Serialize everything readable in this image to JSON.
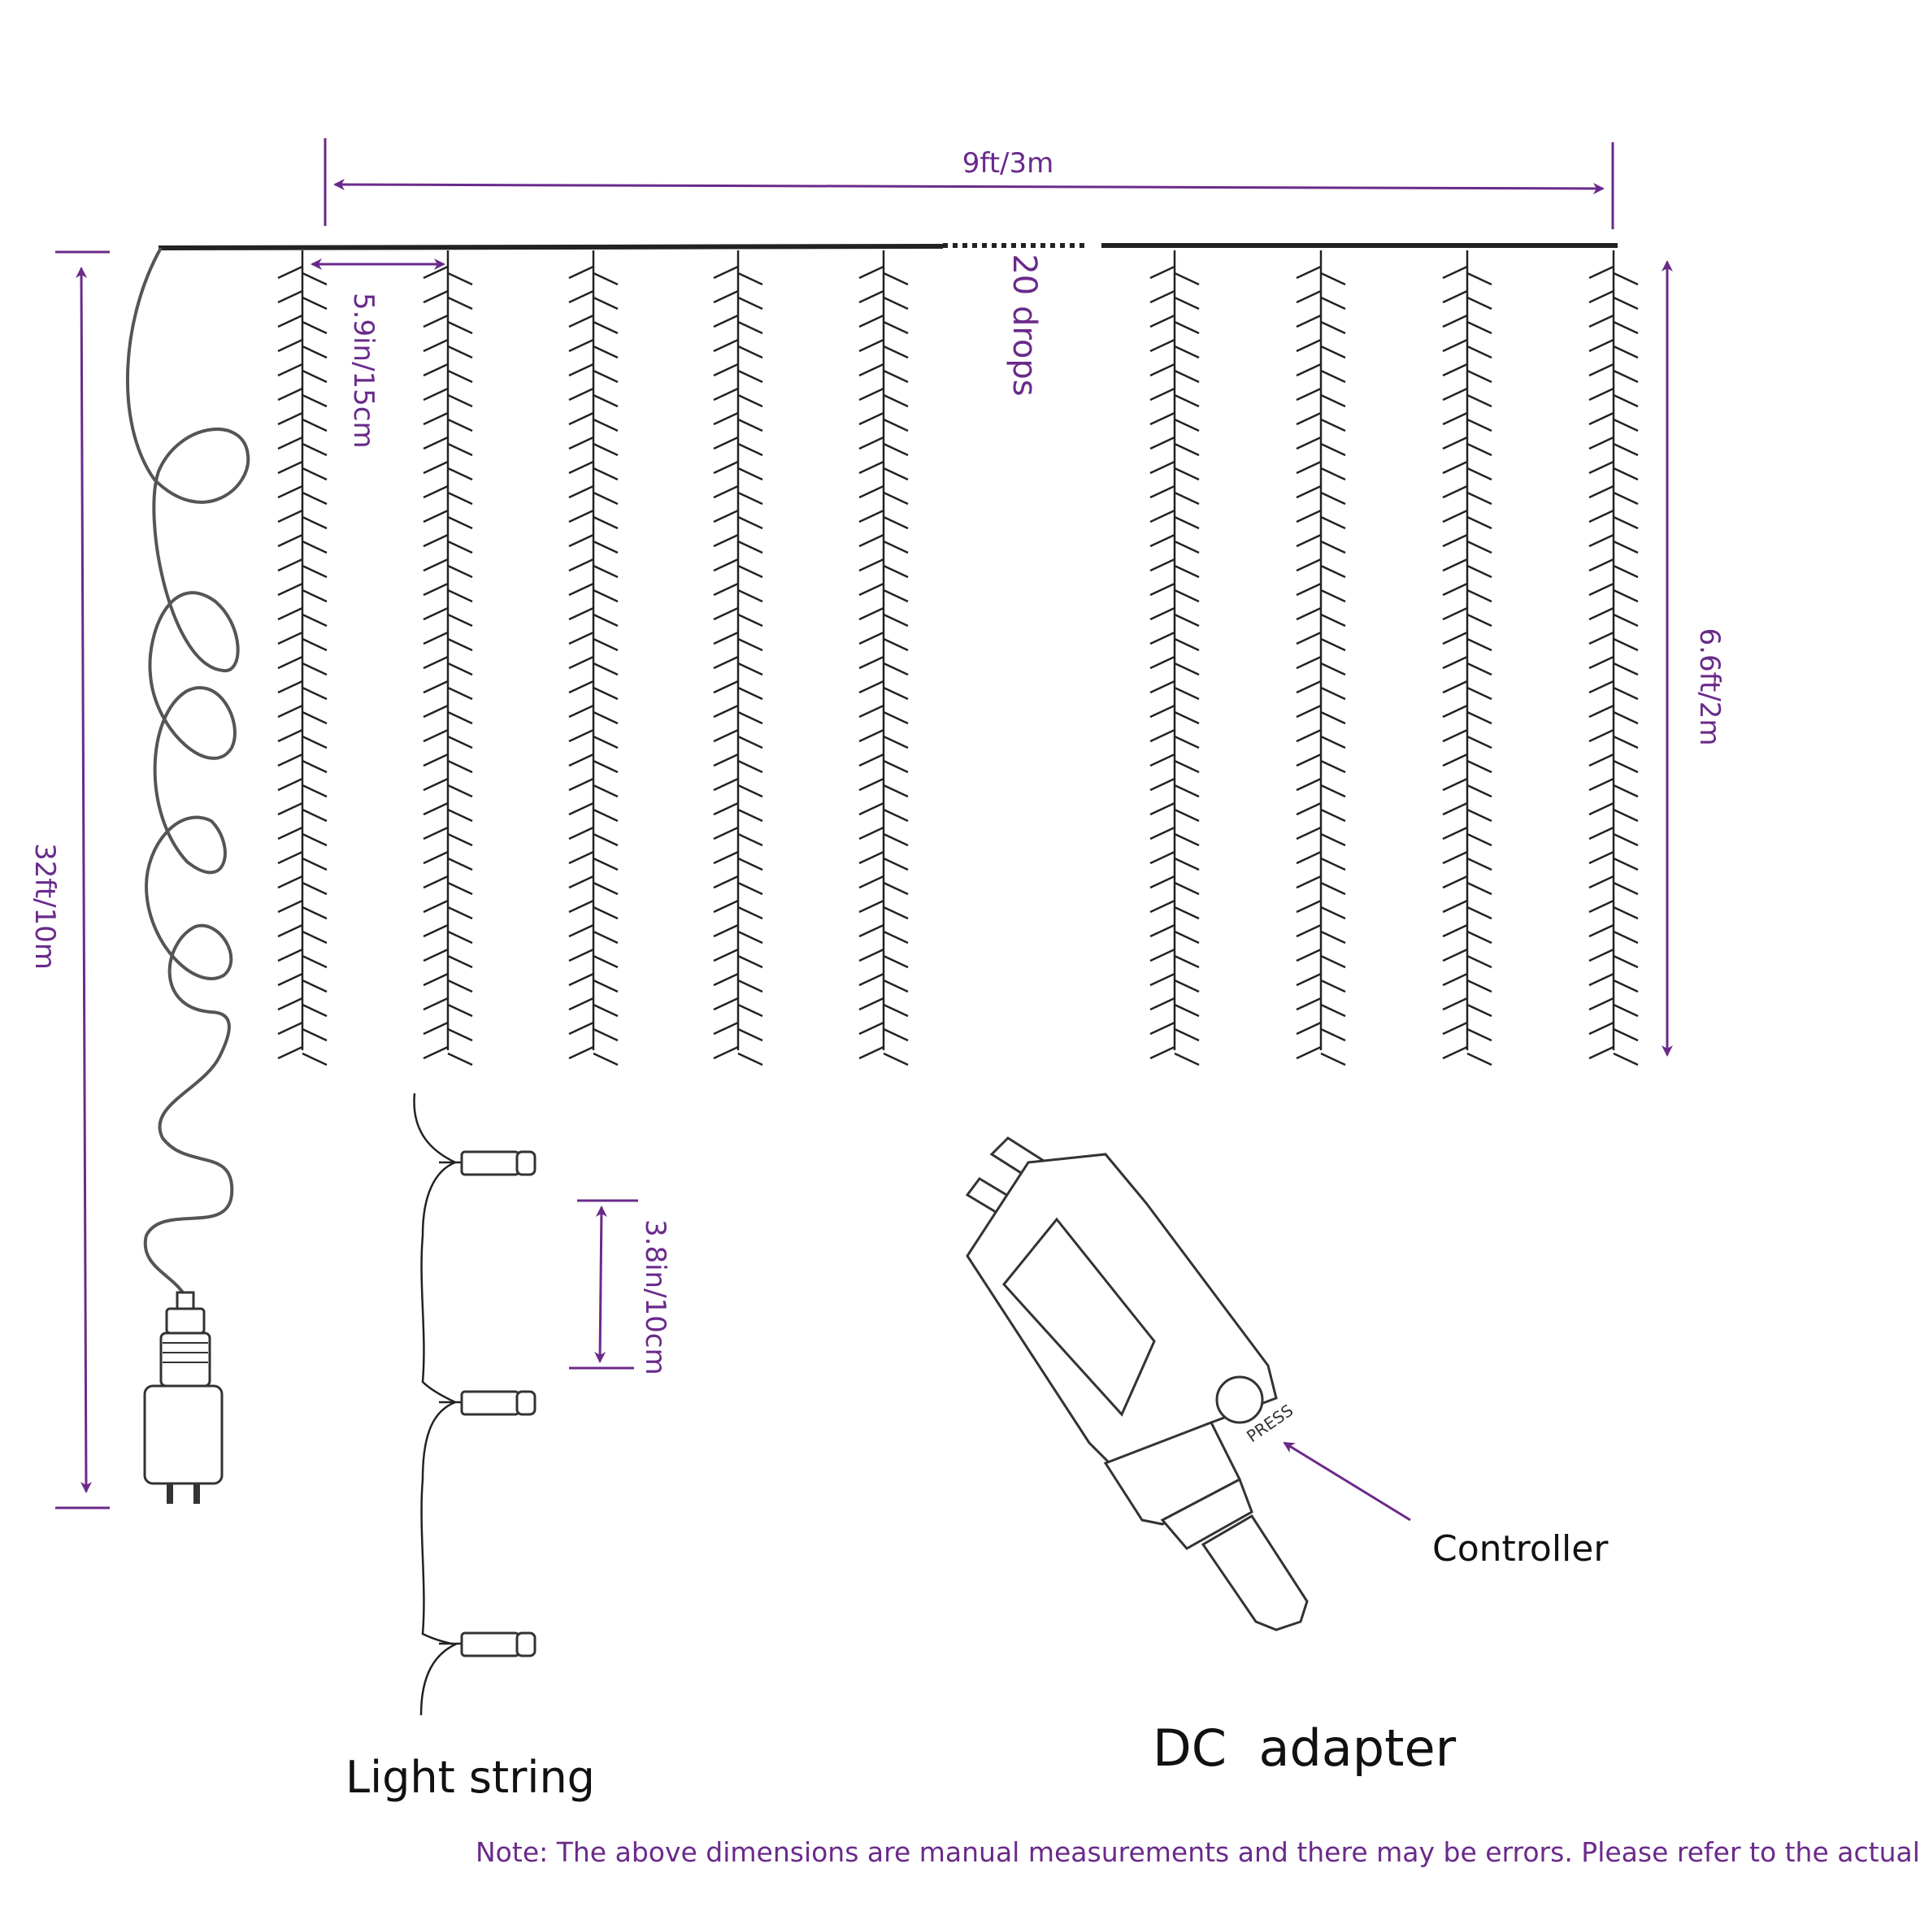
{
  "dimensions": {
    "width": "9ft/3m",
    "spacing": "5.9in/15cm",
    "drops": "20 drops",
    "drop_length": "6.6ft/2m",
    "lead_length": "32ft/10m",
    "bulb_spacing": "3.8in/10cm"
  },
  "labels": {
    "light_string": "Light string",
    "dc_adapter": "DC  adapter",
    "controller": "Controller",
    "press": "PRESS"
  },
  "note": "Note: The above dimensions are manual measurements and there may be errors. Please refer to the actual product.",
  "colors": {
    "accent": "#6a2a8a",
    "line": "#222222"
  }
}
